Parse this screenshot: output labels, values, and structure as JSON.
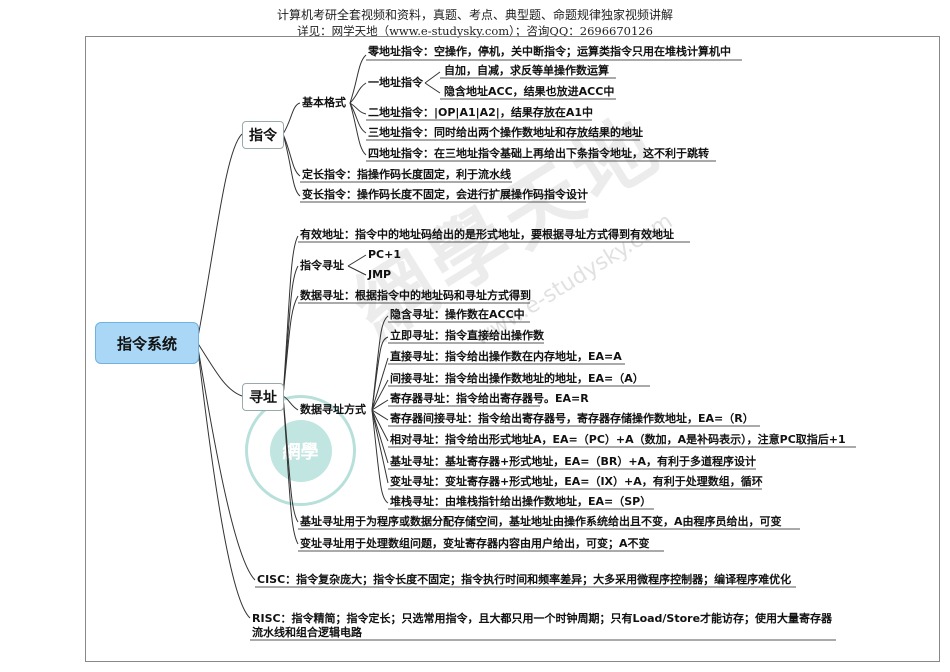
{
  "header": {
    "line1": "计算机考研全套视频和资料，真题、考点、典型题、命题规律独家视频讲解",
    "line2": "详见：网学天地（www.e-studysky.com）；咨询QQ：2696670126"
  },
  "watermark": {
    "big": "網學天地",
    "url": "www.e-studysky.com",
    "stamp": "網學"
  },
  "root": "指令系统",
  "instr": {
    "label": "指令",
    "basic": "基本格式",
    "zero": "零地址指令：空操作，停机，关中断指令；运算类指令只用在堆栈计算机中",
    "one": "一地址指令",
    "one_a": "自加，自减，求反等单操作数运算",
    "one_b": "隐含地址ACC，结果也放进ACC中",
    "two": "二地址指令：|OP|A1|A2|，结果存放在A1中",
    "three": "三地址指令：同时给出两个操作数地址和存放结果的地址",
    "four": "四地址指令：在三地址指令基础上再给出下条指令地址，这不利于跳转",
    "fixed": "定长指令：指操作码长度固定，利于流水线",
    "variable": "变长指令：操作码长度不固定，会进行扩展操作码指令设计"
  },
  "addr": {
    "label": "寻址",
    "effective": "有效地址：指令中的地址码给出的是形式地址，要根据寻址方式得到有效地址",
    "instr_addr": "指令寻址",
    "pc": "PC+1",
    "jmp": "JMP",
    "data_addr": "数据寻址：根据指令中的地址码和寻址方式得到",
    "modes_label": "数据寻址方式",
    "modes": [
      "隐含寻址：操作数在ACC中",
      "立即寻址：指令直接给出操作数",
      "直接寻址：指令给出操作数在内存地址，EA=A",
      "间接寻址：指令给出操作数地址的地址，EA=（A）",
      "寄存器寻址：指令给出寄存器号。EA=R",
      "寄存器间接寻址：指令给出寄存器号，寄存器存储操作数地址，EA=（R）",
      "相对寻址：指令给出形式地址A，EA=（PC）+A（数加，A是补码表示），注意PC取指后+1",
      "基址寻址：基址寄存器+形式地址，EA=（BR）+A，有利于多道程序设计",
      "变址寻址：变址寄存器+形式地址，EA=（IX）+A，有利于处理数组，循环",
      "堆栈寻址：由堆栈指针给出操作数地址，EA=（SP）"
    ],
    "base_use": "基址寻址用于为程序或数据分配存储空间，基址地址由操作系统给出且不变，A由程序员给出，可变",
    "index_use": "变址寻址用于处理数组问题，变址寄存器内容由用户给出，可变；A不变"
  },
  "cisc": "CISC：指令复杂庞大；指令长度不固定；指令执行时间和频率差异；大多采用微程序控制器；编译程序难优化",
  "risc_l1": "RISC：指令精简；指令定长；只选常用指令，且大都只用一个时钟周期；只有Load/Store才能访存；使用大量寄存器",
  "risc_l2": "流水线和组合逻辑电路"
}
